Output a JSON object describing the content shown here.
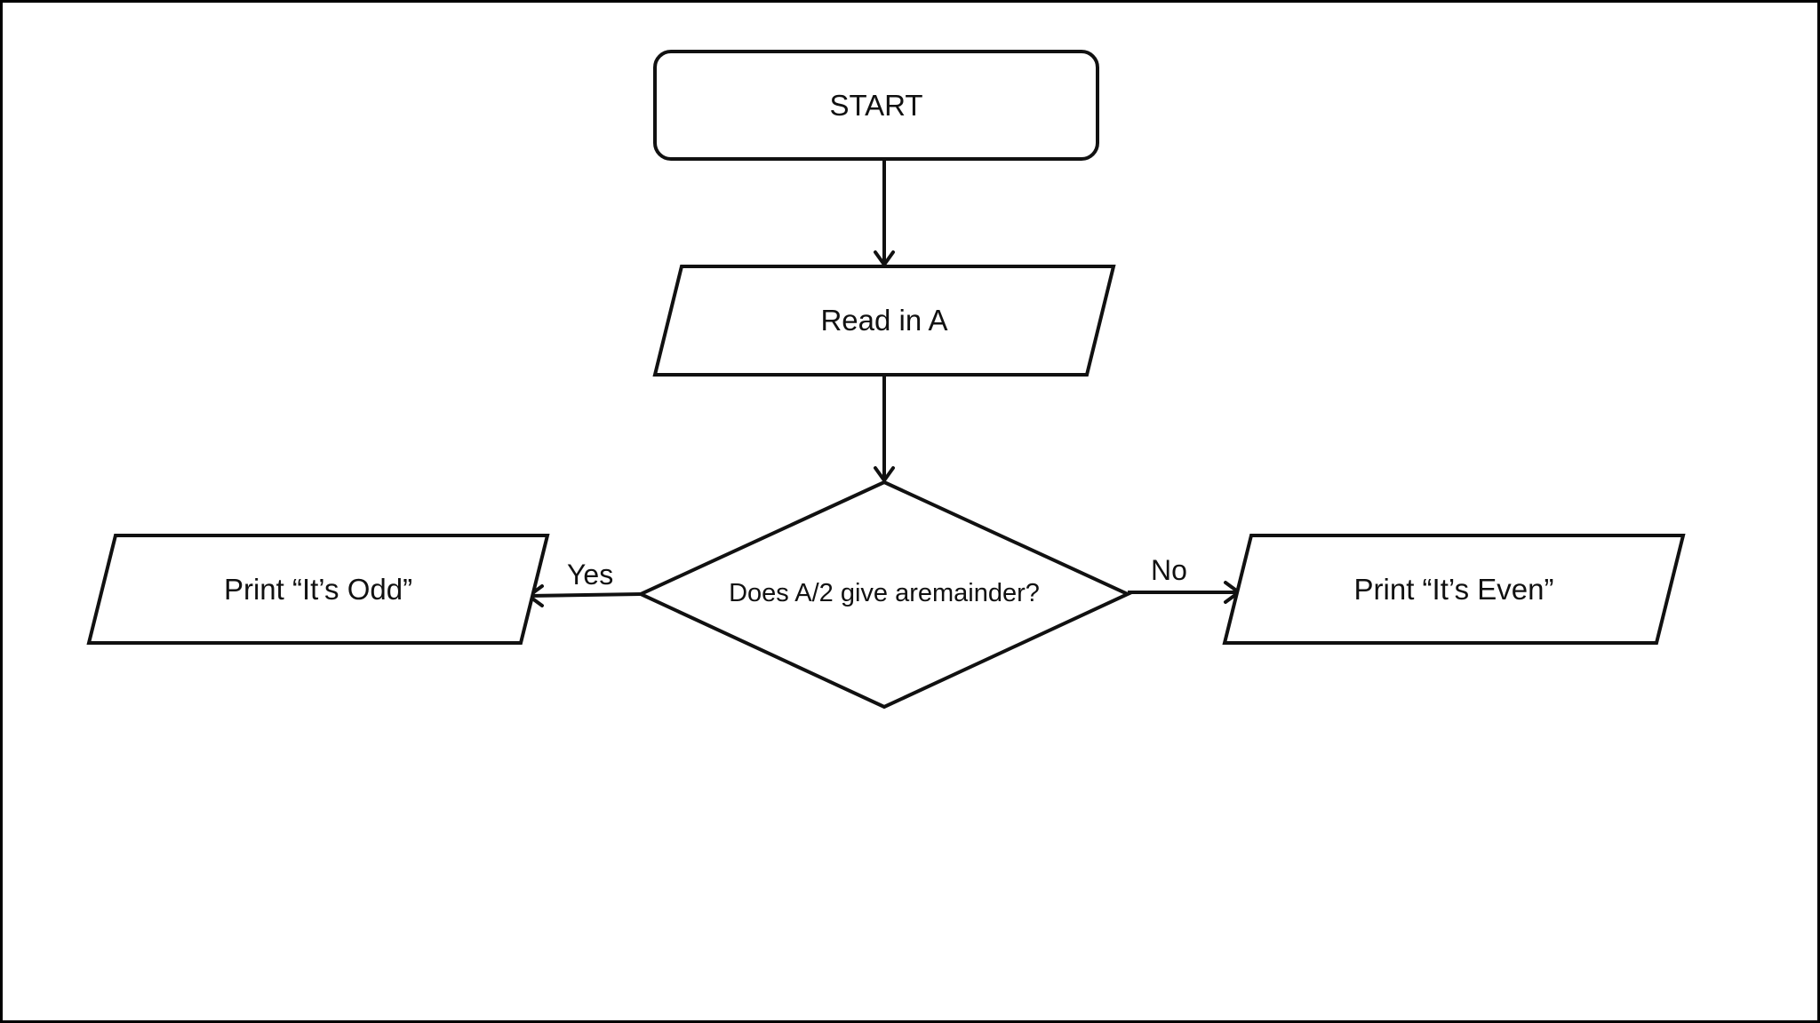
{
  "flowchart": {
    "nodes": {
      "start": {
        "label": "START"
      },
      "read": {
        "label": "Read in A"
      },
      "decision": {
        "line1": "Does A/2 give a",
        "line2": "remainder?"
      },
      "odd": {
        "label": "Print “It’s Odd”"
      },
      "even": {
        "label": "Print “It’s Even”"
      }
    },
    "edges": {
      "yes": {
        "label": "Yes"
      },
      "no": {
        "label": "No"
      }
    }
  }
}
